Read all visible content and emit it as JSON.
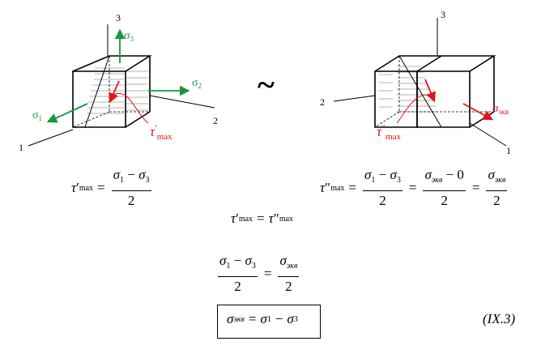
{
  "labels": {
    "axis1": "1",
    "axis2": "2",
    "axis3": "3",
    "sigma": "σ",
    "tau": "τ",
    "sub1": "1",
    "sub2": "2",
    "sub3": "3",
    "sub_max": "max",
    "sub_ekv": "экв",
    "sub_ekv_italic": "экв",
    "prime": "′",
    "dprime": "″",
    "tilde": "~",
    "zero": "0",
    "two": "2",
    "equals": "=",
    "minus": "−",
    "equation_tag": "(IX.3)"
  },
  "colors": {
    "stress_green": "#1a9640",
    "shear_red": "#e0141e",
    "line": "#000000",
    "hatch": "#9a9a9a"
  }
}
